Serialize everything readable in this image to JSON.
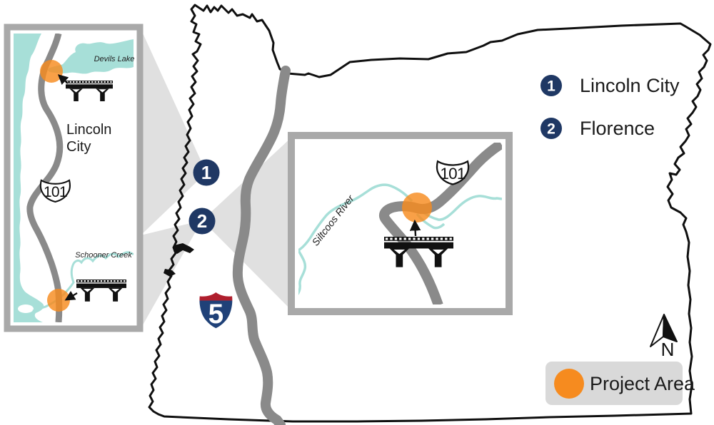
{
  "colors": {
    "navy": "#1F3864",
    "orange": "#F68B1F",
    "water_teal": "#A7DFD8",
    "road_gray": "#8A8A8A",
    "inset_border_gray": "#A9A9A9",
    "interstate_red": "#AF1E2D",
    "interstate_blue": "#1F4178",
    "legend_box_gray": "#D9D9D9",
    "outline_black": "#0F0F0F"
  },
  "left_inset": {
    "lake_label": "Devils Lake",
    "city_line1": "Lincoln",
    "city_line2": "City",
    "creek_label": "Schooner Creek",
    "route_shield": "101"
  },
  "right_inset": {
    "river_label": "Siltcoos River",
    "route_shield": "101"
  },
  "main_map": {
    "interstate_label": "5",
    "markers": [
      {
        "number": "1"
      },
      {
        "number": "2"
      }
    ]
  },
  "legend": {
    "items": [
      {
        "number": "1",
        "label": "Lincoln City"
      },
      {
        "number": "2",
        "label": "Florence"
      }
    ]
  },
  "north_arrow": {
    "label": "N"
  },
  "project_area": {
    "label": "Project Area"
  }
}
